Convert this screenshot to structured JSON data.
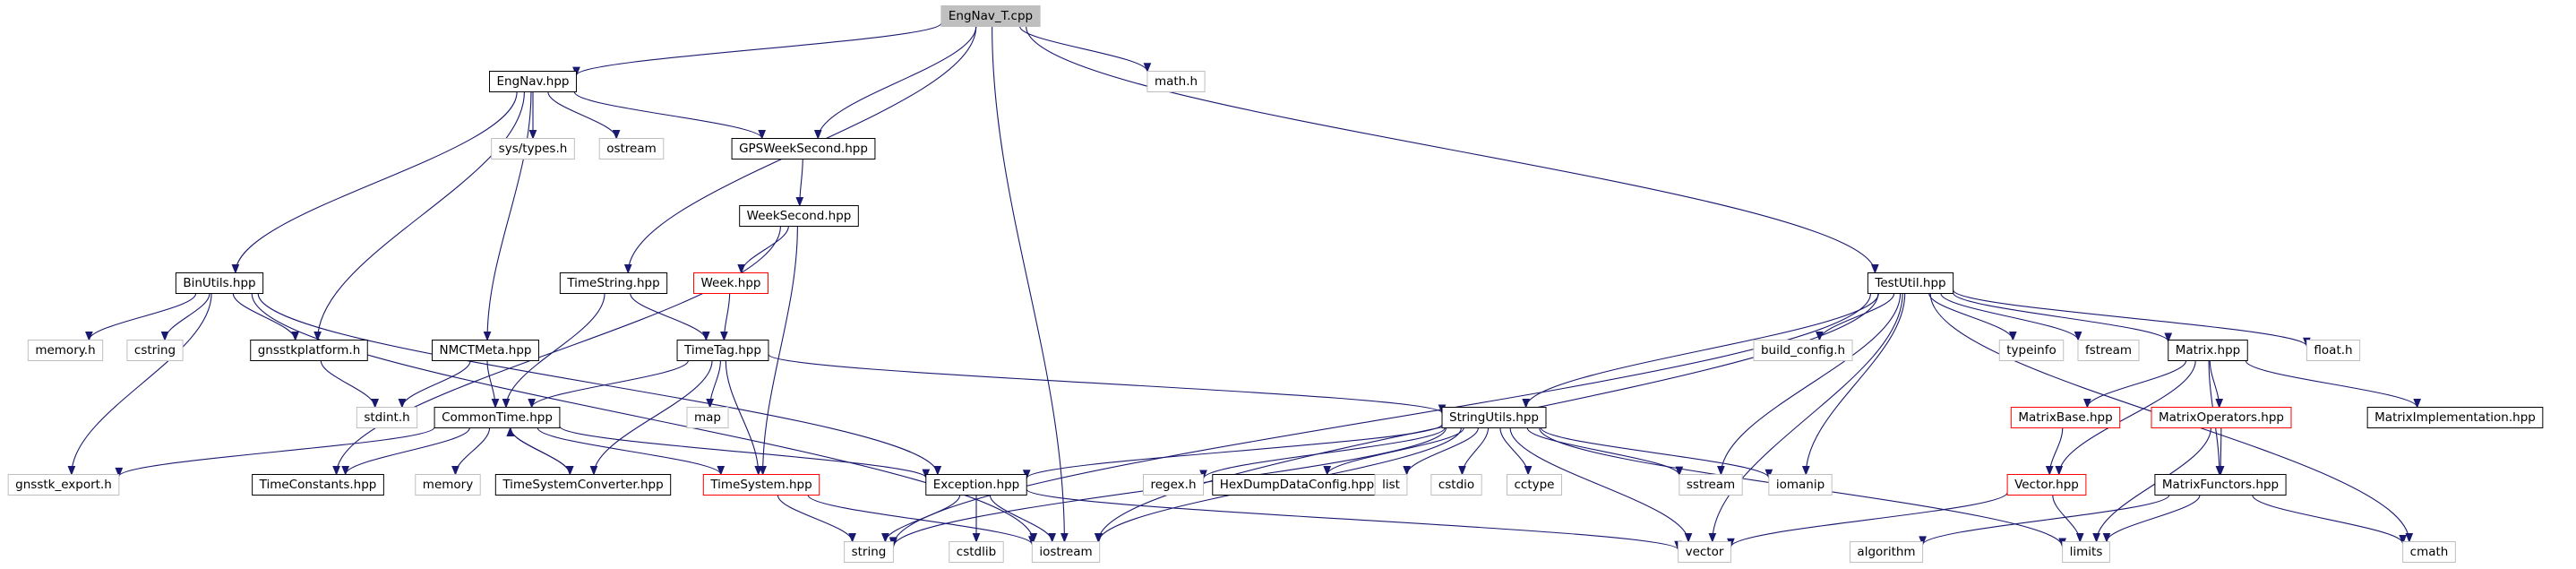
{
  "colors": {
    "edge": "#191970",
    "node_border_black": "#000000",
    "node_border_red": "#ff0000",
    "node_border_grey": "#bfbfbf",
    "root_fill": "#bfbfbf",
    "text": "#000000"
  },
  "nodes": {
    "engnav_t_cpp": {
      "label": "EngNav_T.cpp",
      "kind": "root"
    },
    "engnav_hpp": {
      "label": "EngNav.hpp",
      "kind": "black"
    },
    "math_h": {
      "label": "math.h",
      "kind": "grey"
    },
    "gpsweeksecond_hpp": {
      "label": "GPSWeekSecond.hpp",
      "kind": "black"
    },
    "testutil_hpp": {
      "label": "TestUtil.hpp",
      "kind": "black"
    },
    "iostream": {
      "label": "iostream",
      "kind": "grey"
    },
    "sys_types_h": {
      "label": "sys/types.h",
      "kind": "grey"
    },
    "ostream": {
      "label": "ostream",
      "kind": "grey"
    },
    "binutils_hpp": {
      "label": "BinUtils.hpp",
      "kind": "black"
    },
    "gnsstkplatform_h": {
      "label": "gnsstkplatform.h",
      "kind": "black"
    },
    "nmctmeta_hpp": {
      "label": "NMCTMeta.hpp",
      "kind": "black"
    },
    "weeksecond_hpp": {
      "label": "WeekSecond.hpp",
      "kind": "black"
    },
    "timestring_hpp": {
      "label": "TimeString.hpp",
      "kind": "black"
    },
    "week_hpp": {
      "label": "Week.hpp",
      "kind": "red"
    },
    "timetag_hpp": {
      "label": "TimeTag.hpp",
      "kind": "black"
    },
    "memory_h": {
      "label": "memory.h",
      "kind": "grey"
    },
    "cstring": {
      "label": "cstring",
      "kind": "grey"
    },
    "stdint_h": {
      "label": "stdint.h",
      "kind": "grey"
    },
    "commontime_hpp": {
      "label": "CommonTime.hpp",
      "kind": "black"
    },
    "map": {
      "label": "map",
      "kind": "grey"
    },
    "gnsstk_export_h": {
      "label": "gnsstk_export.h",
      "kind": "grey"
    },
    "timeconstants_hpp": {
      "label": "TimeConstants.hpp",
      "kind": "black"
    },
    "memory": {
      "label": "memory",
      "kind": "grey"
    },
    "timesystemconverter_hpp": {
      "label": "TimeSystemConverter.hpp",
      "kind": "black"
    },
    "timesystem_hpp": {
      "label": "TimeSystem.hpp",
      "kind": "red"
    },
    "exception_hpp": {
      "label": "Exception.hpp",
      "kind": "black"
    },
    "string": {
      "label": "string",
      "kind": "grey"
    },
    "cstdlib": {
      "label": "cstdlib",
      "kind": "grey"
    },
    "stringutils_hpp": {
      "label": "StringUtils.hpp",
      "kind": "black"
    },
    "regex_h": {
      "label": "regex.h",
      "kind": "grey"
    },
    "hexdumpdataconfig_hpp": {
      "label": "HexDumpDataConfig.hpp",
      "kind": "black"
    },
    "list": {
      "label": "list",
      "kind": "grey"
    },
    "cstdio": {
      "label": "cstdio",
      "kind": "grey"
    },
    "cctype": {
      "label": "cctype",
      "kind": "grey"
    },
    "sstream": {
      "label": "sstream",
      "kind": "grey"
    },
    "iomanip": {
      "label": "iomanip",
      "kind": "grey"
    },
    "vector": {
      "label": "vector",
      "kind": "grey"
    },
    "algorithm": {
      "label": "algorithm",
      "kind": "grey"
    },
    "limits": {
      "label": "limits",
      "kind": "grey"
    },
    "build_config_h": {
      "label": "build_config.h",
      "kind": "grey"
    },
    "typeinfo": {
      "label": "typeinfo",
      "kind": "grey"
    },
    "fstream": {
      "label": "fstream",
      "kind": "grey"
    },
    "matrix_hpp": {
      "label": "Matrix.hpp",
      "kind": "black"
    },
    "float_h": {
      "label": "float.h",
      "kind": "grey"
    },
    "matrixbase_hpp": {
      "label": "MatrixBase.hpp",
      "kind": "red"
    },
    "matrixoperators_hpp": {
      "label": "MatrixOperators.hpp",
      "kind": "red"
    },
    "matriximplementation_hpp": {
      "label": "MatrixImplementation.hpp",
      "kind": "black"
    },
    "vector_hpp": {
      "label": "Vector.hpp",
      "kind": "red"
    },
    "matrixfunctors_hpp": {
      "label": "MatrixFunctors.hpp",
      "kind": "black"
    },
    "cmath": {
      "label": "cmath",
      "kind": "grey"
    }
  },
  "edges": [
    [
      "engnav_t_cpp",
      "engnav_hpp"
    ],
    [
      "engnav_t_cpp",
      "math_h"
    ],
    [
      "engnav_t_cpp",
      "gpsweeksecond_hpp"
    ],
    [
      "engnav_t_cpp",
      "timestring_hpp"
    ],
    [
      "engnav_t_cpp",
      "testutil_hpp"
    ],
    [
      "engnav_t_cpp",
      "iostream"
    ],
    [
      "engnav_hpp",
      "sys_types_h"
    ],
    [
      "engnav_hpp",
      "ostream"
    ],
    [
      "engnav_hpp",
      "gpsweeksecond_hpp"
    ],
    [
      "engnav_hpp",
      "binutils_hpp"
    ],
    [
      "engnav_hpp",
      "gnsstkplatform_h"
    ],
    [
      "engnav_hpp",
      "nmctmeta_hpp"
    ],
    [
      "gpsweeksecond_hpp",
      "weeksecond_hpp"
    ],
    [
      "weeksecond_hpp",
      "week_hpp"
    ],
    [
      "weeksecond_hpp",
      "timeconstants_hpp"
    ],
    [
      "weeksecond_hpp",
      "timesystem_hpp"
    ],
    [
      "week_hpp",
      "timetag_hpp"
    ],
    [
      "timestring_hpp",
      "timetag_hpp"
    ],
    [
      "timestring_hpp",
      "commontime_hpp"
    ],
    [
      "binutils_hpp",
      "memory_h"
    ],
    [
      "binutils_hpp",
      "cstring"
    ],
    [
      "binutils_hpp",
      "gnsstkplatform_h"
    ],
    [
      "binutils_hpp",
      "gnsstk_export_h"
    ],
    [
      "binutils_hpp",
      "exception_hpp"
    ],
    [
      "binutils_hpp",
      "iostream"
    ],
    [
      "gnsstkplatform_h",
      "stdint_h"
    ],
    [
      "nmctmeta_hpp",
      "stdint_h"
    ],
    [
      "nmctmeta_hpp",
      "commontime_hpp"
    ],
    [
      "timetag_hpp",
      "commontime_hpp"
    ],
    [
      "timetag_hpp",
      "map"
    ],
    [
      "timetag_hpp",
      "timesystemconverter_hpp"
    ],
    [
      "timetag_hpp",
      "timesystem_hpp"
    ],
    [
      "timetag_hpp",
      "stringutils_hpp"
    ],
    [
      "commontime_hpp",
      "gnsstk_export_h"
    ],
    [
      "commontime_hpp",
      "timeconstants_hpp"
    ],
    [
      "commontime_hpp",
      "memory"
    ],
    [
      "commontime_hpp",
      "timesystemconverter_hpp"
    ],
    [
      "commontime_hpp",
      "timesystem_hpp"
    ],
    [
      "commontime_hpp",
      "exception_hpp"
    ],
    [
      "timesystemconverter_hpp",
      "commontime_hpp"
    ],
    [
      "timesystem_hpp",
      "string"
    ],
    [
      "timesystem_hpp",
      "iostream"
    ],
    [
      "exception_hpp",
      "string"
    ],
    [
      "exception_hpp",
      "cstdlib"
    ],
    [
      "exception_hpp",
      "iostream"
    ],
    [
      "exception_hpp",
      "vector"
    ],
    [
      "stringutils_hpp",
      "string"
    ],
    [
      "stringutils_hpp",
      "exception_hpp"
    ],
    [
      "stringutils_hpp",
      "regex_h"
    ],
    [
      "stringutils_hpp",
      "hexdumpdataconfig_hpp"
    ],
    [
      "stringutils_hpp",
      "list"
    ],
    [
      "stringutils_hpp",
      "cstdio"
    ],
    [
      "stringutils_hpp",
      "cctype"
    ],
    [
      "stringutils_hpp",
      "sstream"
    ],
    [
      "stringutils_hpp",
      "iomanip"
    ],
    [
      "stringutils_hpp",
      "vector"
    ],
    [
      "stringutils_hpp",
      "limits"
    ],
    [
      "stringutils_hpp",
      "iostream"
    ],
    [
      "testutil_hpp",
      "stringutils_hpp"
    ],
    [
      "testutil_hpp",
      "string"
    ],
    [
      "testutil_hpp",
      "iostream"
    ],
    [
      "testutil_hpp",
      "build_config_h"
    ],
    [
      "testutil_hpp",
      "sstream"
    ],
    [
      "testutil_hpp",
      "iomanip"
    ],
    [
      "testutil_hpp",
      "vector"
    ],
    [
      "testutil_hpp",
      "typeinfo"
    ],
    [
      "testutil_hpp",
      "fstream"
    ],
    [
      "testutil_hpp",
      "matrix_hpp"
    ],
    [
      "testutil_hpp",
      "float_h"
    ],
    [
      "testutil_hpp",
      "cmath"
    ],
    [
      "matrix_hpp",
      "vector_hpp"
    ],
    [
      "matrix_hpp",
      "matrixbase_hpp"
    ],
    [
      "matrix_hpp",
      "matrixoperators_hpp"
    ],
    [
      "matrix_hpp",
      "matrixfunctors_hpp"
    ],
    [
      "matrix_hpp",
      "matriximplementation_hpp"
    ],
    [
      "matrixbase_hpp",
      "vector_hpp"
    ],
    [
      "matrixoperators_hpp",
      "matrixfunctors_hpp"
    ],
    [
      "matrixoperators_hpp",
      "limits"
    ],
    [
      "vector_hpp",
      "vector"
    ],
    [
      "vector_hpp",
      "limits"
    ],
    [
      "matrixfunctors_hpp",
      "algorithm"
    ],
    [
      "matrixfunctors_hpp",
      "limits"
    ],
    [
      "matrixfunctors_hpp",
      "cmath"
    ]
  ]
}
